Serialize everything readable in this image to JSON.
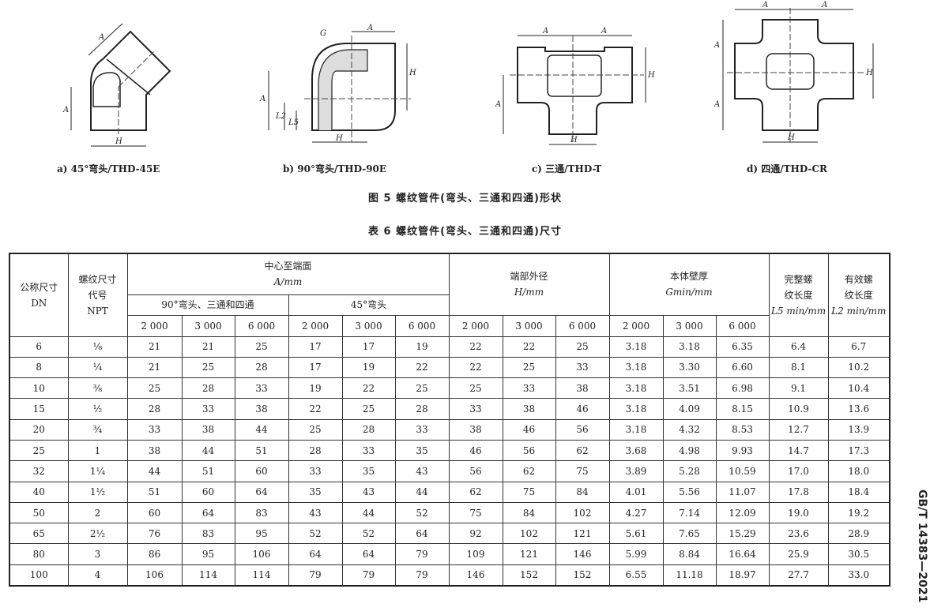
{
  "figures": [
    {
      "caption": "a)  45°弯头/THD-45E",
      "labels": [
        "A",
        "A",
        "H"
      ]
    },
    {
      "caption": "b)  90°弯头/THD-90E",
      "labels": [
        "G",
        "A",
        "A",
        "H",
        "L2",
        "L5",
        "H"
      ]
    },
    {
      "caption": "c)  三通/THD-T",
      "labels": [
        "A",
        "A",
        "A",
        "H",
        "H"
      ]
    },
    {
      "caption": "d)  四通/THD-CR",
      "labels": [
        "A",
        "A",
        "A",
        "A",
        "H",
        "H"
      ]
    }
  ],
  "figure_title": "图 5   螺纹管件(弯头、三通和四通)形状",
  "table_title": "表 6   螺纹管件(弯头、三通和四通)尺寸",
  "table": {
    "headers": {
      "dn": [
        "公称尺寸",
        "DN"
      ],
      "npt": [
        "螺纹尺寸",
        "代号",
        "NPT"
      ],
      "center": [
        "中心至端面",
        "A/mm"
      ],
      "center_sub": [
        "90°弯头、三通和四通",
        "45°弯头"
      ],
      "od": [
        "端部外径",
        "H/mm"
      ],
      "wall": [
        "本体壁厚",
        "Gmin/mm"
      ],
      "l5": [
        "完整螺",
        "纹长度",
        "L5 min/mm"
      ],
      "l2": [
        "有效螺",
        "纹长度",
        "L2 min/mm"
      ],
      "classes": [
        "2 000",
        "3 000",
        "6 000",
        "2 000",
        "3 000",
        "6 000",
        "2 000",
        "3 000",
        "6 000",
        "2 000",
        "3 000",
        "6 000"
      ]
    },
    "rows": [
      [
        "6",
        "⅛",
        "21",
        "21",
        "25",
        "17",
        "17",
        "19",
        "22",
        "22",
        "25",
        "3.18",
        "3.18",
        "6.35",
        "6.4",
        "6.7"
      ],
      [
        "8",
        "¼",
        "21",
        "25",
        "28",
        "17",
        "19",
        "22",
        "22",
        "25",
        "33",
        "3.18",
        "3.30",
        "6.60",
        "8.1",
        "10.2"
      ],
      [
        "10",
        "⅜",
        "25",
        "28",
        "33",
        "19",
        "22",
        "25",
        "25",
        "33",
        "38",
        "3.18",
        "3.51",
        "6.98",
        "9.1",
        "10.4"
      ],
      [
        "15",
        "½",
        "28",
        "33",
        "38",
        "22",
        "25",
        "28",
        "33",
        "38",
        "46",
        "3.18",
        "4.09",
        "8.15",
        "10.9",
        "13.6"
      ],
      [
        "20",
        "¾",
        "33",
        "38",
        "44",
        "25",
        "28",
        "33",
        "38",
        "46",
        "56",
        "3.18",
        "4.32",
        "8.53",
        "12.7",
        "13.9"
      ],
      [
        "25",
        "1",
        "38",
        "44",
        "51",
        "28",
        "33",
        "35",
        "46",
        "56",
        "62",
        "3.68",
        "4.98",
        "9.93",
        "14.7",
        "17.3"
      ],
      [
        "32",
        "1¼",
        "44",
        "51",
        "60",
        "33",
        "35",
        "43",
        "56",
        "62",
        "75",
        "3.89",
        "5.28",
        "10.59",
        "17.0",
        "18.0"
      ],
      [
        "40",
        "1½",
        "51",
        "60",
        "64",
        "35",
        "43",
        "44",
        "62",
        "75",
        "84",
        "4.01",
        "5.56",
        "11.07",
        "17.8",
        "18.4"
      ],
      [
        "50",
        "2",
        "60",
        "64",
        "83",
        "43",
        "44",
        "52",
        "75",
        "84",
        "102",
        "4.27",
        "7.14",
        "12.09",
        "19.0",
        "19.2"
      ],
      [
        "65",
        "2½",
        "76",
        "83",
        "95",
        "52",
        "52",
        "64",
        "92",
        "102",
        "121",
        "5.61",
        "7.65",
        "15.29",
        "23.6",
        "28.9"
      ],
      [
        "80",
        "3",
        "86",
        "95",
        "106",
        "64",
        "64",
        "79",
        "109",
        "121",
        "146",
        "5.99",
        "8.84",
        "16.64",
        "25.9",
        "30.5"
      ],
      [
        "100",
        "4",
        "106",
        "114",
        "114",
        "79",
        "79",
        "79",
        "146",
        "152",
        "152",
        "6.55",
        "11.18",
        "18.97",
        "27.7",
        "33.0"
      ]
    ]
  },
  "side_text": "GB/T 14383—2021"
}
